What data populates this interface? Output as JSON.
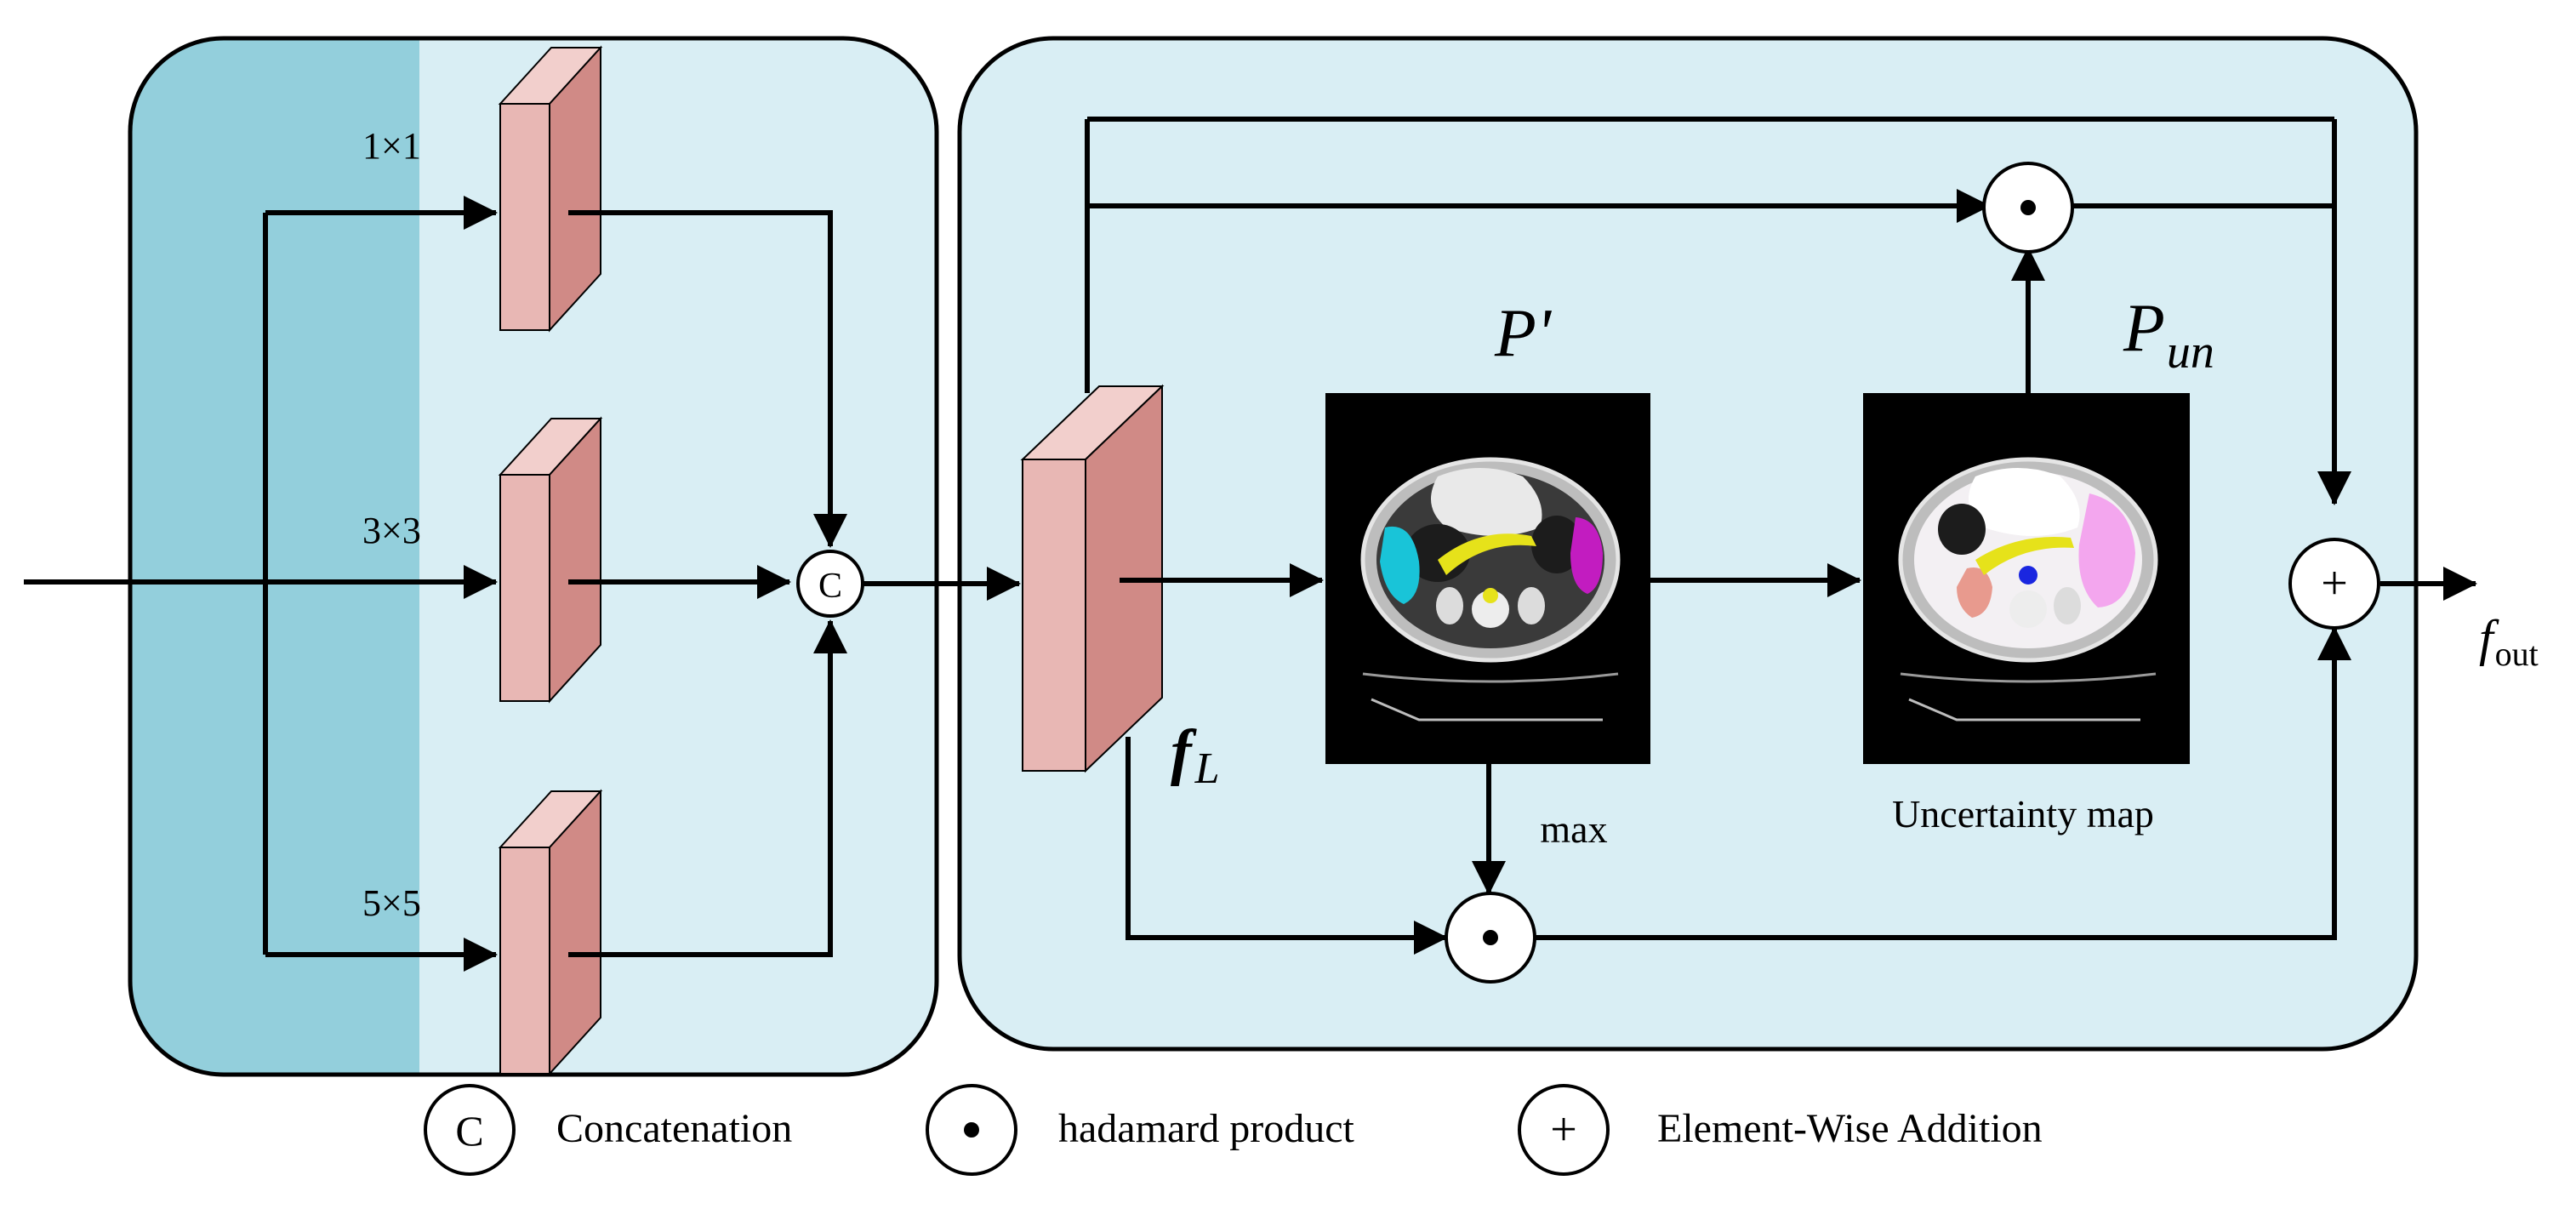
{
  "kernels": {
    "k1": "1×1",
    "k3": "3×3",
    "k5": "5×5"
  },
  "ops": {
    "concat": "C",
    "add": "+"
  },
  "labels": {
    "p_prime": "P'",
    "p_un_main": "P",
    "p_un_sub": "un",
    "f_L_main": "f",
    "f_L_sub": "L",
    "max": "max",
    "uncertainty_map": "Uncertainty map",
    "f_out_main": "f",
    "f_out_sub": "out"
  },
  "legend": {
    "concat_symbol": "C",
    "concat_label": "Concatenation",
    "hadamard_label": "hadamard product",
    "add_symbol": "+",
    "add_label": "Element-Wise Addition"
  },
  "colors": {
    "panel_light": "#d9eef4",
    "panel_dark": "#93cfdc",
    "block_front": "#e8b7b4",
    "block_side": "#d08a86",
    "organ_cyan": "#19c4d8",
    "organ_magenta": "#c21cc0",
    "organ_yellow": "#e6e21a",
    "organ_pink": "#f3a6ee",
    "organ_salmon": "#e89a8e",
    "organ_blue": "#1a26e0"
  }
}
